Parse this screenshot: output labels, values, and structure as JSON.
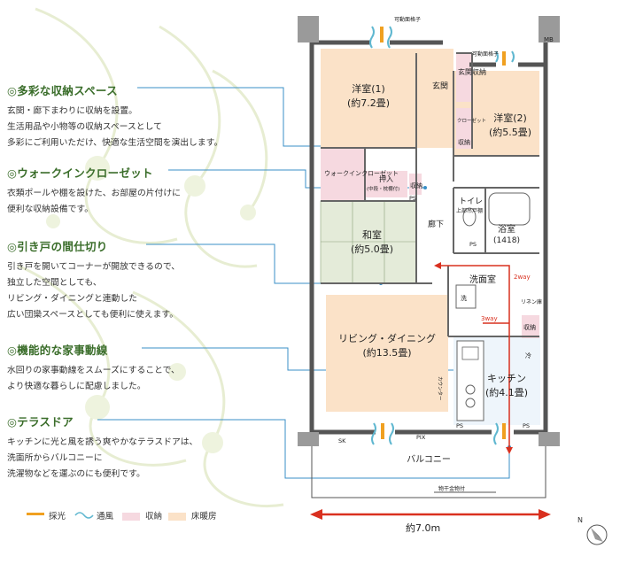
{
  "features": [
    {
      "title": "◎多彩な収納スペース",
      "desc": [
        "玄関・廊下まわりに収納を設置。",
        "生活用品や小物等の収納スペースとして",
        "多彩にご利用いただけ、快適な生活空間を演出します。"
      ]
    },
    {
      "title": "◎ウォークインクローゼット",
      "desc": [
        "衣類ポールや棚を設けた、お部屋の片付けに",
        "便利な収納設備です。"
      ]
    },
    {
      "title": "◎引き戸の間仕切り",
      "desc": [
        "引き戸を開いてコーナーが開放できるので、",
        "独立した空間としても、",
        "リビング・ダイニングと連動した",
        "広い団欒スペースとしても便利に使えます。"
      ]
    },
    {
      "title": "◎機能的な家事動線",
      "desc": [
        "水回りの家事動線をスムーズにすることで、",
        "より快適な暮らしに配慮しました。"
      ]
    },
    {
      "title": "◎テラスドア",
      "desc": [
        "キッチンに光と風を誘う爽やかなテラスドアは、",
        "洗面所からバルコニーに",
        "洗濯物などを運ぶのにも便利です。"
      ]
    }
  ],
  "rooms": {
    "western1": "洋室(1)",
    "western1_size": "(約7.2畳)",
    "western2": "洋室(2)",
    "western2_size": "(約5.5畳)",
    "entrance": "玄関",
    "entrance_storage": "玄関収納",
    "closet": "クローゼット",
    "storage": "収納",
    "walkin": "ウォークインクローゼット",
    "oshiire": "押入",
    "oshiire_sub": "(中段・枕棚付)",
    "toilet": "トイレ",
    "toilet_sub": "上部吊戸棚",
    "corridor": "廊下",
    "bath": "浴室",
    "bath_size": "(1418)",
    "washroom": "洗面室",
    "washer": "洗",
    "linen": "リネン庫",
    "japanese": "和室",
    "japanese_size": "(約5.0畳)",
    "living": "リビング・ダイニング",
    "living_size": "(約13.5畳)",
    "kitchen": "キッチン",
    "kitchen_size": "(約4.1畳)",
    "counter": "カウンター",
    "fridge": "冷",
    "balcony": "バルコニー",
    "mb": "MB",
    "ps": "PS",
    "sk": "SK",
    "pix": "PIX",
    "window_top": "可動面格子",
    "window_top2": "可動面格子",
    "rail": "物干金物付",
    "way2": "2way",
    "way3": "3way"
  },
  "legend": {
    "light": "採光",
    "wind": "通風",
    "storage": "収納",
    "floor_heating": "床暖房"
  },
  "dimension": "約7.0m",
  "compass": "N",
  "colors": {
    "green": "#3a6d2a",
    "line": "#3a8fc7",
    "orange": "#f0a020",
    "storage": "#f6d9e0",
    "floor": "#fbe2c8",
    "arrow": "#d9301f",
    "wind": "#5fb7d0"
  }
}
